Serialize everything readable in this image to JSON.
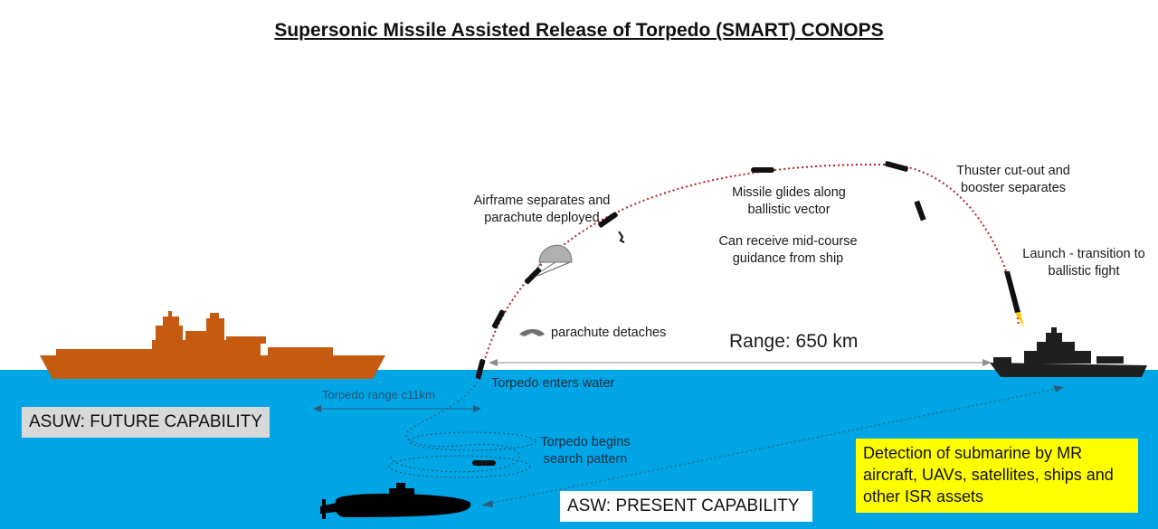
{
  "title": "Supersonic Missile Assisted Release of Torpedo (SMART) CONOPS",
  "labels": {
    "airframe_line1": "Airframe separates and",
    "airframe_line2": "parachute deployed",
    "glide_line1": "Missile glides along",
    "glide_line2": "ballistic vector",
    "thruster_line1": "Thuster cut-out and",
    "thruster_line2": "booster separates",
    "guidance_line1": "Can receive mid-course",
    "guidance_line2": "guidance from ship",
    "launch_line1": "Launch - transition to",
    "launch_line2": "ballistic fight",
    "parachute_detaches": "parachute detaches",
    "range": "Range: 650 km",
    "torpedo_enters": "Torpedo enters water",
    "torpedo_range": "Torpedo range c11km",
    "search_line1": "Torpedo begins",
    "search_line2": "search pattern"
  },
  "boxes": {
    "asuw": "ASUW: FUTURE CAPABILITY",
    "asw": "ASW: PRESENT CAPABILITY",
    "detection_line1": "Detection of submarine by MR",
    "detection_line2": "aircraft, UAVs, satellites, ships and",
    "detection_line3": "other ISR assets"
  },
  "colors": {
    "sea": "#00a5e6",
    "enemy_ship": "#c55a11",
    "own_ship": "#1f1f1f",
    "trajectory": "#b22222",
    "asuw_box": "#d9d9d9",
    "asw_box": "#ffffff",
    "detection_box": "#ffff00",
    "submarine": "#000000"
  }
}
